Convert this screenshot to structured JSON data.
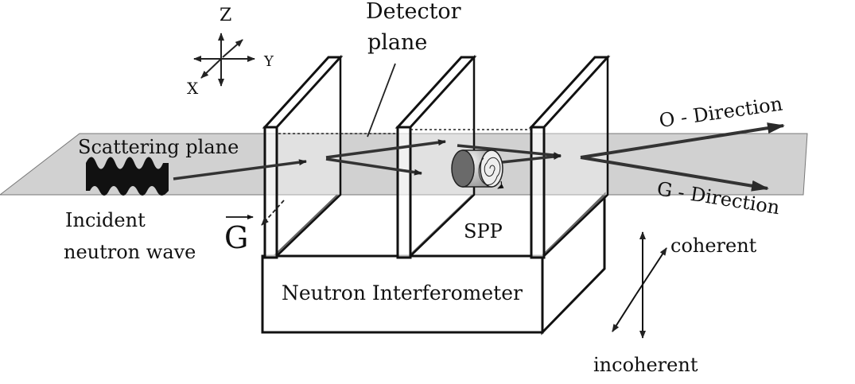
{
  "axes": {
    "z": "Z",
    "y": "Y",
    "x": "X"
  },
  "labels": {
    "detector_line1": "Detector",
    "detector_line2": "plane",
    "scattering_plane": "Scattering plane",
    "incident_line1": "Incident",
    "incident_line2": "neutron wave",
    "g_vector": "G",
    "spp": "SPP",
    "interferometer": "Neutron Interferometer",
    "o_direction": "O - Direction",
    "g_direction": "G - Direction",
    "coherent": "coherent",
    "incoherent": "incoherent"
  }
}
